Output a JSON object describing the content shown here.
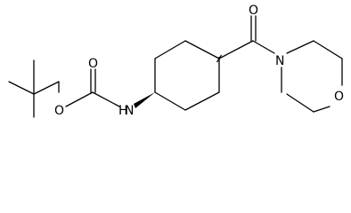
{
  "molecule": {
    "atoms": {
      "ester_oxygen": "O",
      "carbonyl_oxygen_left": "O",
      "amine_nitrogen": "N",
      "amine_hydrogen": "H",
      "carbonyl_oxygen_right": "O",
      "morpholine_nitrogen": "N",
      "morpholine_oxygen": "O"
    }
  }
}
